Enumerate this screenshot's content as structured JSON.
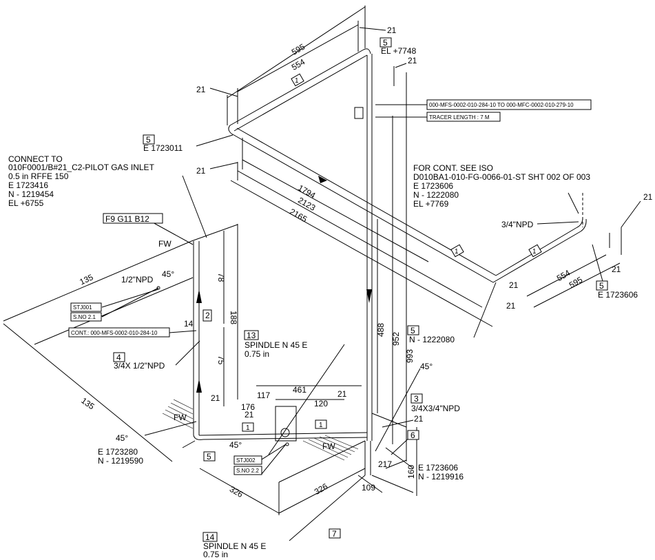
{
  "dimensions": {
    "d21_top": "21",
    "d595_top": "595",
    "d554_top": "554",
    "d21_right_top": "21",
    "d21_left_top": "21",
    "d21_left_mid": "21",
    "d1794": "1794",
    "d2123": "2123",
    "d2165": "2165",
    "d135_upper": "135",
    "d135_lower": "135",
    "d78": "78",
    "d188": "188",
    "d14": "14",
    "d75": "75",
    "d488": "488",
    "d952": "952",
    "d993": "993",
    "d21_far_right": "21",
    "d21_right_b": "21",
    "d554_right": "554",
    "d595_right": "595",
    "d21_right_c": "21",
    "d21_right_d": "21",
    "d461": "461",
    "d117": "117",
    "d120": "120",
    "d21_bottom_a": "21",
    "d176": "176",
    "d21_bottom_b": "21",
    "d21_bottom_c": "21",
    "d21_bottom_d": "21",
    "d217": "217",
    "d160": "160",
    "d109": "109",
    "d326_left": "326",
    "d326_right": "326"
  },
  "angles": {
    "a45_upper": "45°",
    "a45_left": "45°",
    "a45_bottom": "45°",
    "a45_right": "45°"
  },
  "labels": {
    "el7748": "EL +7748",
    "e1723011": "E 1723011",
    "npd_half": "1/2\"NPD",
    "fw_upper": "FW",
    "fw_lower": "FW",
    "fw_right": "FW",
    "npd_34": "3/4\"NPD",
    "e1723606_right": "E 1723606",
    "n1222080": "N - 1222080",
    "reducer_text": "3/4X 1/2\"NPD",
    "reducer_right_text": "3/4X3/4\"NPD",
    "e1723280": "E 1723280",
    "n1219590": "N - 1219590",
    "e1723606_bottom": "E 1723606",
    "n1219916": "N - 1219916"
  },
  "notes": {
    "connect": [
      "CONNECT TO",
      "010F0001/B#21_C2-PILOT GAS INLET",
      "0.5 in RFFE 150",
      "E 1723416",
      "N - 1219454",
      "EL +6755"
    ],
    "cont": [
      "FOR CONT. SEE ISO",
      "D010BA1-010-FG-0066-01-ST SHT 002 OF 003",
      "E 1723606",
      "N - 1222080",
      "EL +7769"
    ],
    "spindle13": [
      "SPINDLE N 45 E",
      "0.75 in"
    ],
    "spindle14": [
      "SPINDLE N 45 E",
      "0.75 in"
    ]
  },
  "boxed": {
    "f9": "F9 G11 B12",
    "line_ref": "000-MFS-0002-010-284-10 TO 000-MFC-0002-010-279-10",
    "tracer": "TRACER LENGTH : 7 M",
    "cont_box": "CONT.: 000-MFS-0002-010-284-10",
    "stj001": "STJ001",
    "sno21": "S.NO 2.1",
    "stj002": "STJ002",
    "sno22": "S.NO 2.2"
  },
  "item_tags": {
    "t5_top": "5",
    "t5_left": "5",
    "t5_right": "5",
    "t5_mid": "5",
    "t5_bottom": "5",
    "t4": "4",
    "t13": "13",
    "t14": "14",
    "t3": "3",
    "t6": "6",
    "t7": "7",
    "t2": "2",
    "t1_a": "1",
    "t1_b": "1",
    "t1_c": "1",
    "t1_d": "1",
    "t1_e": "1"
  }
}
